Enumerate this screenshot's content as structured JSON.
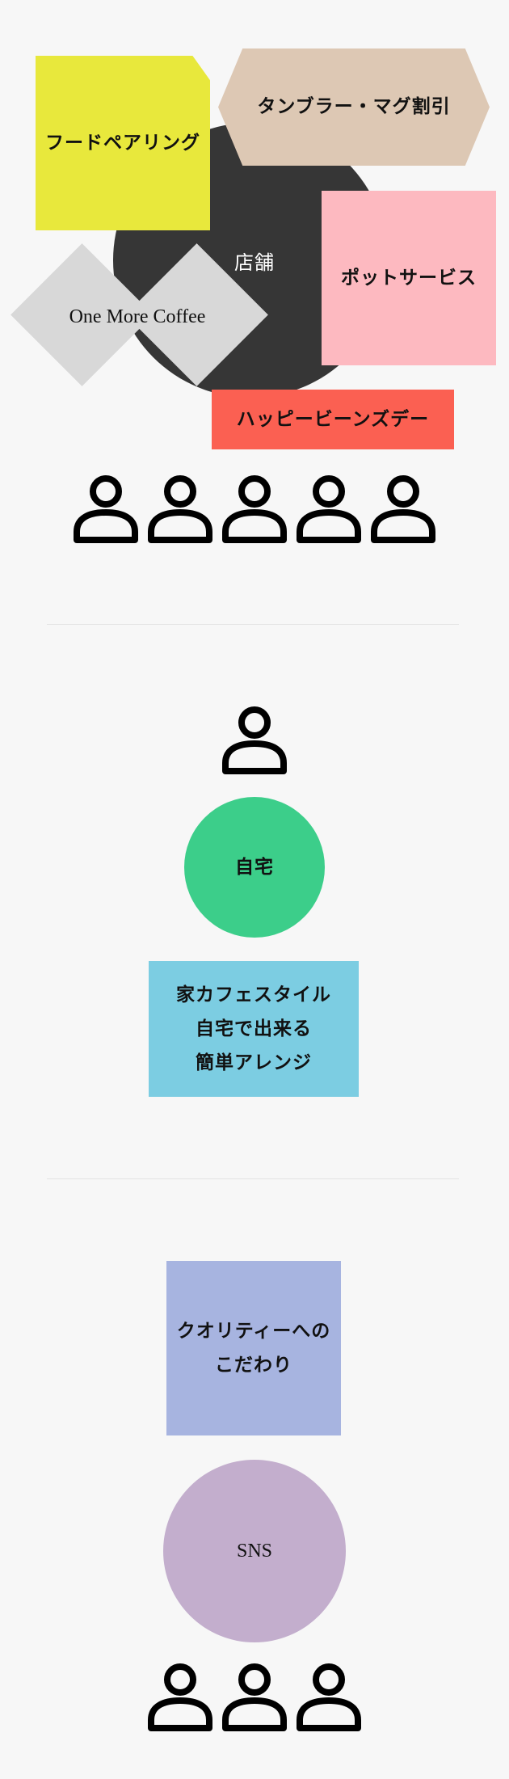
{
  "section1": {
    "store": "店舗",
    "food": "フードペアリング",
    "tumbler": "タンブラー・マグ割引",
    "pot": "ポットサービス",
    "one_more": "One More Coffee",
    "happy": "ハッピービーンズデー",
    "people_count": 5
  },
  "section2": {
    "home": "自宅",
    "lines": [
      "家カフェスタイル",
      "自宅で出来る",
      "簡単アレンジ"
    ],
    "people_count": 1
  },
  "section3": {
    "quality_lines": [
      "クオリティーへの",
      "こだわり"
    ],
    "sns": "SNS",
    "people_count": 3
  },
  "colors": {
    "background": "#f7f7f7",
    "store": "#363636",
    "food": "#e8e83c",
    "tumbler": "#ddc8b4",
    "pot": "#fdb9c0",
    "diamond": "#d8d8d8",
    "happy": "#fb6052",
    "home": "#3cce8a",
    "cafe": "#7ccde2",
    "quality": "#a7b4e0",
    "sns": "#c3aecd"
  },
  "icons": {
    "person": "person-icon"
  }
}
